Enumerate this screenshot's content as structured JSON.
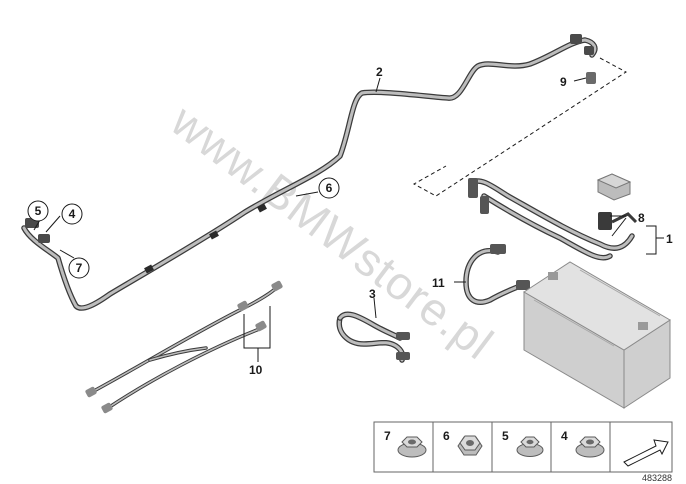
{
  "watermark": "www.BMWstore.pl",
  "diagram_number": "483288",
  "part_labels": {
    "p1": "1",
    "p2": "2",
    "p3": "3",
    "p4": "4",
    "p5": "5",
    "p6": "6",
    "p7": "7",
    "p8": "8",
    "p9": "9",
    "p10": "10",
    "p11": "11"
  },
  "legend": {
    "items": [
      {
        "label": "7",
        "icon": "flange-nut-icon"
      },
      {
        "label": "6",
        "icon": "hex-nut-icon"
      },
      {
        "label": "5",
        "icon": "flange-nut-icon"
      },
      {
        "label": "4",
        "icon": "flange-nut-icon"
      }
    ],
    "arrow_icon": "direction-arrow-icon"
  },
  "colors": {
    "cable": "#3a3a3a",
    "battery": "#cfcfcf",
    "watermark": "#d8d8d8"
  }
}
